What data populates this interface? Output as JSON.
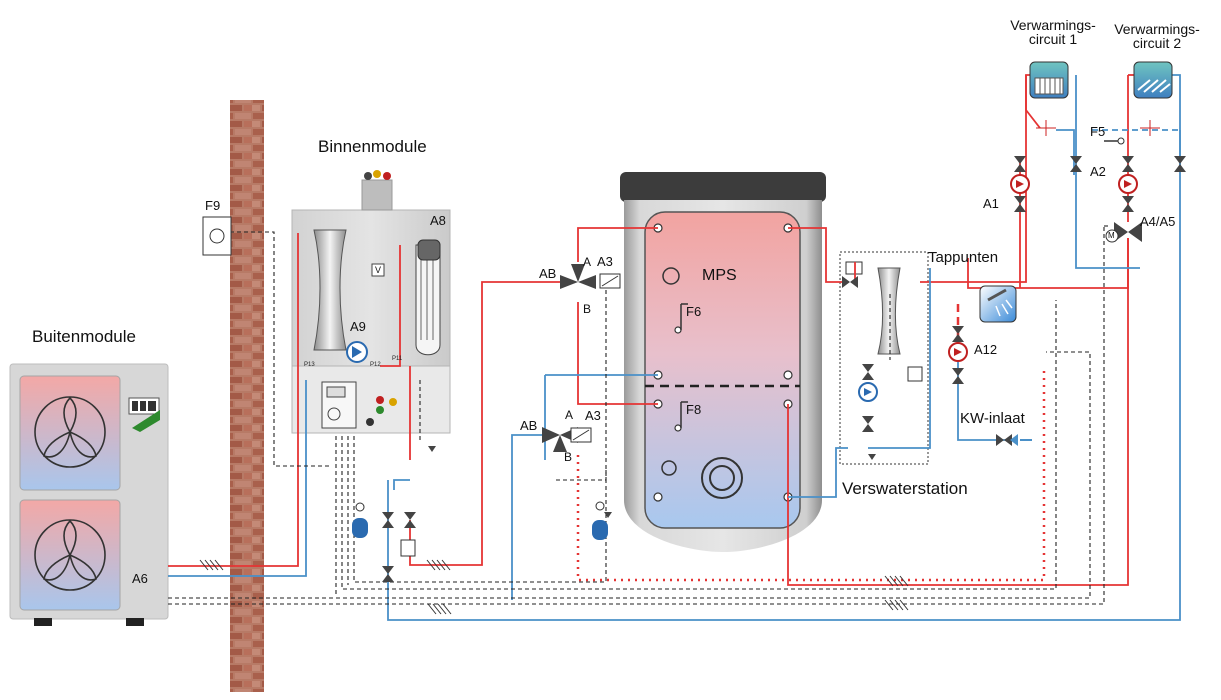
{
  "labels": {
    "buitenmodule": "Buitenmodule",
    "binnenmodule": "Binnenmodule",
    "mps": "MPS",
    "verswaterstation": "Verswaterstation",
    "tappunten": "Tappunten",
    "kw_inlaat": "KW-inlaat",
    "circuit1": "Verwarmings-\ncircuit 1",
    "circuit2": "Verwarmings-\ncircuit 2",
    "f9": "F9",
    "f6": "F6",
    "f8": "F8",
    "f5": "F5",
    "a1": "A1",
    "a2": "A2",
    "a3_top": "A3",
    "a3_bottom": "A3",
    "a4a5": "A4/A5",
    "a6": "A6",
    "a8": "A8",
    "a9": "A9",
    "a12": "A12",
    "ab_top": "AB",
    "ab_bottom": "AB",
    "a_top": "A",
    "b_top": "B",
    "a_bottom": "A",
    "b_bottom": "B",
    "v": "V",
    "m": "M",
    "p13": "P13",
    "p12": "P12",
    "p11": "P11"
  },
  "colors": {
    "supply": "#e53434",
    "return": "#4a90c8",
    "dashed": "#222222",
    "wall": "#b06a55",
    "mps_top": "#f0a3a3",
    "mps_bottom": "#a9c8ee",
    "casing": "#cfcfcf"
  },
  "icons": [
    "heat-pump-fan-icon",
    "pump-icon",
    "valve-icon",
    "shower-icon",
    "radiator-icon",
    "floor-heating-icon",
    "expansion-vessel-icon",
    "control-panel-icon"
  ]
}
